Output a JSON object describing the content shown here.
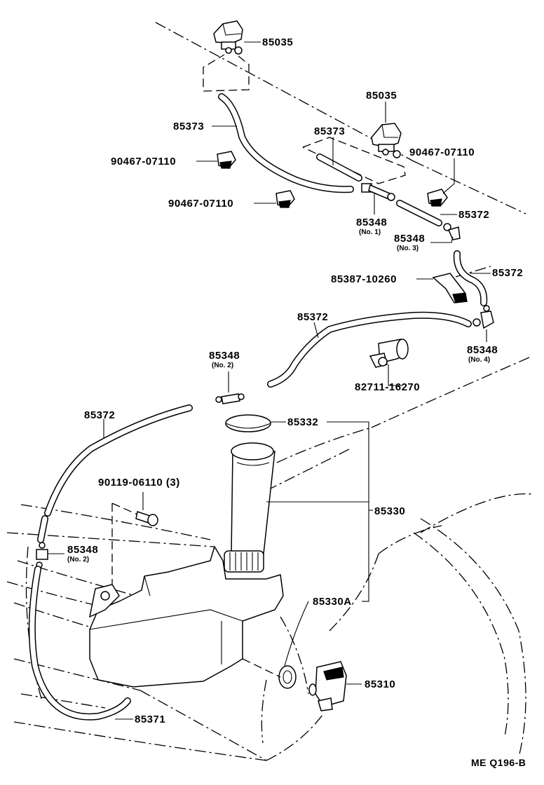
{
  "parts": {
    "nozzle_upper": "85035",
    "nozzle_lower": "85035",
    "hose_85373_left": "85373",
    "hose_85373_mid": "85373",
    "clip_left_a": "90467-07110",
    "clip_left_b": "90467-07110",
    "clip_right": "90467-07110",
    "joint_no1": {
      "number": "85348",
      "note": "(No. 1)"
    },
    "hose_85372_a": "85372",
    "joint_no3": {
      "number": "85348",
      "note": "(No. 3)"
    },
    "hose_85372_b": "85372",
    "bracket": "85387-10260",
    "hose_85372_c": "85372",
    "joint_no4": {
      "number": "85348",
      "note": "(No. 4)"
    },
    "joint_no2_upper": {
      "number": "85348",
      "note": "(No. 2)"
    },
    "clamp": "82711-16270",
    "hose_85372_left": "85372",
    "cap": "85332",
    "bolt": "90119-06110 (3)",
    "tank": "85330",
    "joint_no2_lower": {
      "number": "85348",
      "note": "(No. 2)"
    },
    "grommet": "85330A",
    "pump": "85310",
    "hose_85371": "85371"
  },
  "diagram_code": "ME Q196-B"
}
